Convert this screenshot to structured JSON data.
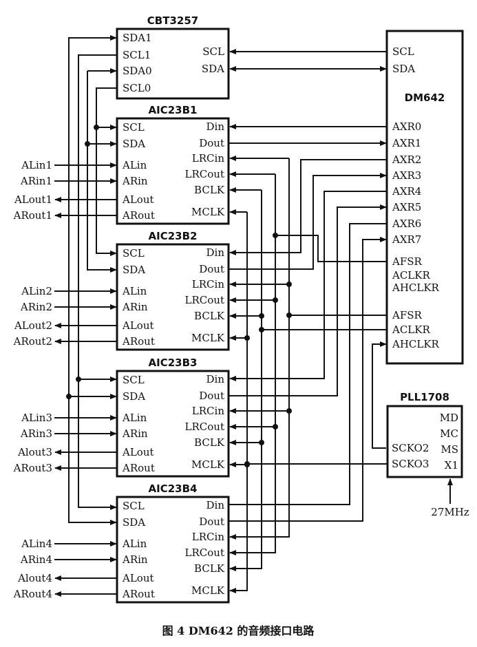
{
  "caption": "图 4  DM642 的音频接口电路",
  "cbt3257": {
    "title": "CBT3257",
    "left_pins": [
      "SDA1",
      "SCL1",
      "SDA0",
      "SCL0"
    ],
    "right_pins": [
      "SCL",
      "SDA"
    ]
  },
  "dm642": {
    "title": "DM642",
    "pins": [
      "SCL",
      "SDA",
      "AXR0",
      "AXR1",
      "AXR2",
      "AXR3",
      "AXR4",
      "AXR5",
      "AXR6",
      "AXR7",
      "AFSR",
      "ACLKR",
      "AHCLKR",
      "AFSR",
      "ACLKR",
      "AHCLKR"
    ]
  },
  "pll1708": {
    "title": "PLL1708",
    "left_pins": [
      "SCKO2",
      "SCKO3"
    ],
    "right_pins": [
      "MD",
      "MC",
      "MS",
      "X1"
    ],
    "clock_input": "27MHz"
  },
  "codecs": [
    {
      "title": "AIC23B1",
      "left_pins": [
        "SCL",
        "SDA",
        "ALin",
        "ARin",
        "ALout",
        "ARout"
      ],
      "right_pins": [
        "Din",
        "Dout",
        "LRCin",
        "LRCout",
        "BCLK",
        "MCLK"
      ],
      "external": [
        "ALin1",
        "ARin1",
        "ALout1",
        "ARout1"
      ]
    },
    {
      "title": "AIC23B2",
      "left_pins": [
        "SCL",
        "SDA",
        "ALin",
        "ARin",
        "ALout",
        "ARout"
      ],
      "right_pins": [
        "Din",
        "Dout",
        "LRCin",
        "LRCout",
        "BCLK",
        "MCLK"
      ],
      "external": [
        "ALin2",
        "ARin2",
        "ALout2",
        "ARout2"
      ]
    },
    {
      "title": "AIC23B3",
      "left_pins": [
        "SCL",
        "SDA",
        "ALin",
        "ARin",
        "ALout",
        "ARout"
      ],
      "right_pins": [
        "Din",
        "Dout",
        "LRCin",
        "LRCout",
        "BCLK",
        "MCLK"
      ],
      "external": [
        "ALin3",
        "ARin3",
        "Alout3",
        "ARout3"
      ]
    },
    {
      "title": "AIC23B4",
      "left_pins": [
        "SCL",
        "SDA",
        "ALin",
        "ARin",
        "ALout",
        "ARout"
      ],
      "right_pins": [
        "Din",
        "Dout",
        "LRCin",
        "LRCout",
        "BCLK",
        "MCLK"
      ],
      "external": [
        "ALin4",
        "ARin4",
        "Alout4",
        "ARout4"
      ]
    }
  ]
}
